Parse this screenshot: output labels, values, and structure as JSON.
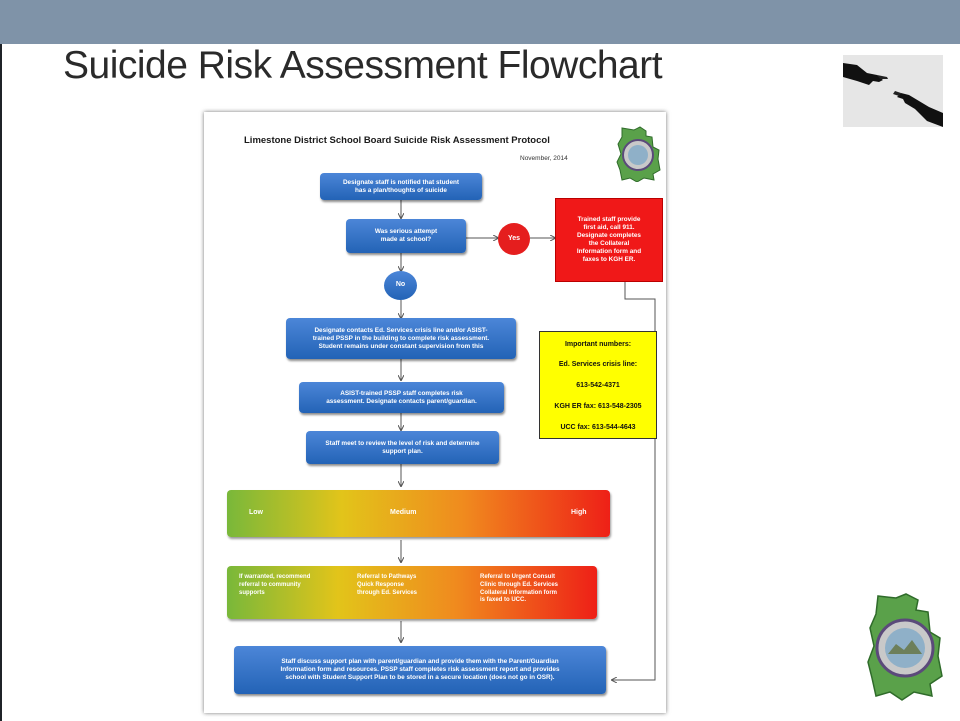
{
  "slide": {
    "title": "Suicide Risk Assessment Flowchart"
  },
  "document": {
    "title": "Limestone District School Board Suicide Risk Assessment Protocol",
    "date": "November, 2014"
  },
  "flow": {
    "step1": "Designate staff is notified that student\nhas a plan/thoughts of suicide",
    "question": "Was serious attempt\nmade at school?",
    "yes_label": "Yes",
    "no_label": "No",
    "yes_action": "Trained staff provide\nfirst aid, call 911.\nDesignate completes\nthe Collateral\nInformation form and\nfaxes to KGH ER.",
    "step2": "Designate contacts Ed. Services crisis line and/or ASIST-\ntrained PSSP in the building to complete risk assessment.\nStudent remains under constant supervision from this",
    "step3": "ASIST-trained PSSP staff completes risk\nassessment.  Designate contacts parent/guardian.",
    "step4": "Staff meet to review the level of risk and determine\nsupport plan.",
    "risk_low": "Low",
    "risk_medium": "Medium",
    "risk_high": "High",
    "response_low": "If warranted, recommend\nreferral to community\nsupports",
    "response_medium": "Referral to Pathways\nQuick Response\nthrough Ed. Services",
    "response_high": "Referral to Urgent Consult\nClinic through Ed. Services\nCollateral Information form\nis faxed to UCC.",
    "final": "Staff discuss support plan with parent/guardian and provide them with the Parent/Guardian\nInformation form and resources.   PSSP staff completes risk assessment report and provides\nschool with Student Support Plan to be stored in a secure location (does not go in OSR)."
  },
  "important_numbers": {
    "heading": "Important numbers:",
    "crisis_label": "Ed. Services crisis line:",
    "crisis_number": "613-542-4371",
    "kgh": "KGH ER fax: 613-548-2305",
    "ucc": "UCC fax: 613-544-4643"
  },
  "colors": {
    "header_bar": "#7f93a8",
    "flow_blue": "#2f6fc4",
    "alert_red": "#f01818",
    "note_yellow": "#ffff00"
  },
  "icons": [
    "hands-reaching-icon",
    "school-board-seal-icon"
  ]
}
